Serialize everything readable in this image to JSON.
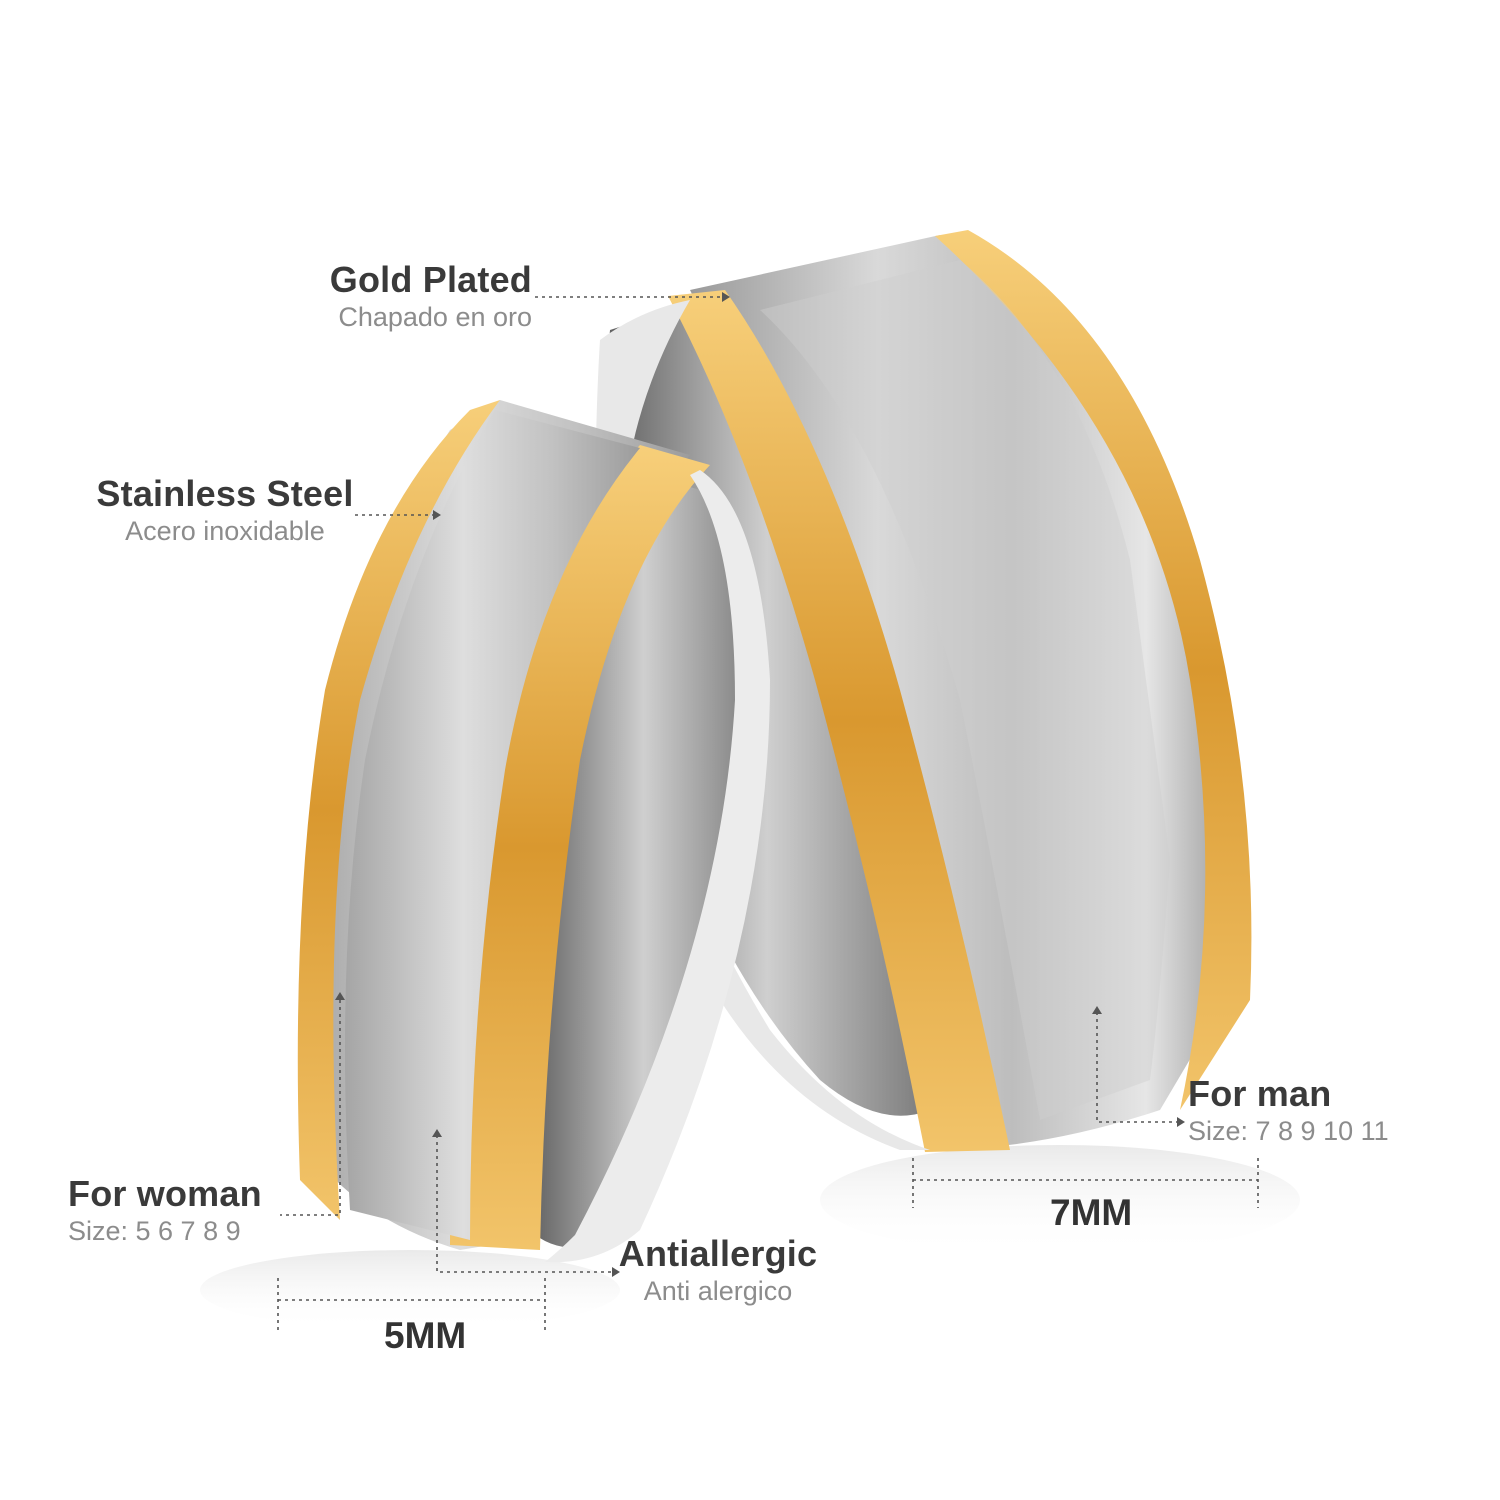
{
  "callouts": {
    "gold_plated": {
      "title": "Gold Plated",
      "subtitle": "Chapado en oro"
    },
    "stainless_steel": {
      "title": "Stainless Steel",
      "subtitle": "Acero inoxidable"
    },
    "for_woman": {
      "title": "For woman",
      "subtitle": "Size: 5 6 7 8 9"
    },
    "antiallergic": {
      "title": "Antiallergic",
      "subtitle": "Anti alergico"
    },
    "for_man": {
      "title": "For man",
      "subtitle": "Size: 7 8 9 10 11"
    }
  },
  "dimensions": {
    "woman_width": "5MM",
    "man_width": "7MM"
  },
  "colors": {
    "gold": "#e3a63a",
    "gold_light": "#ffd98a",
    "steel_dark": "#8a8a8a",
    "steel_light": "#e2e2e2",
    "text_main": "#3a3a3a",
    "text_sub": "#8c8c8c"
  }
}
